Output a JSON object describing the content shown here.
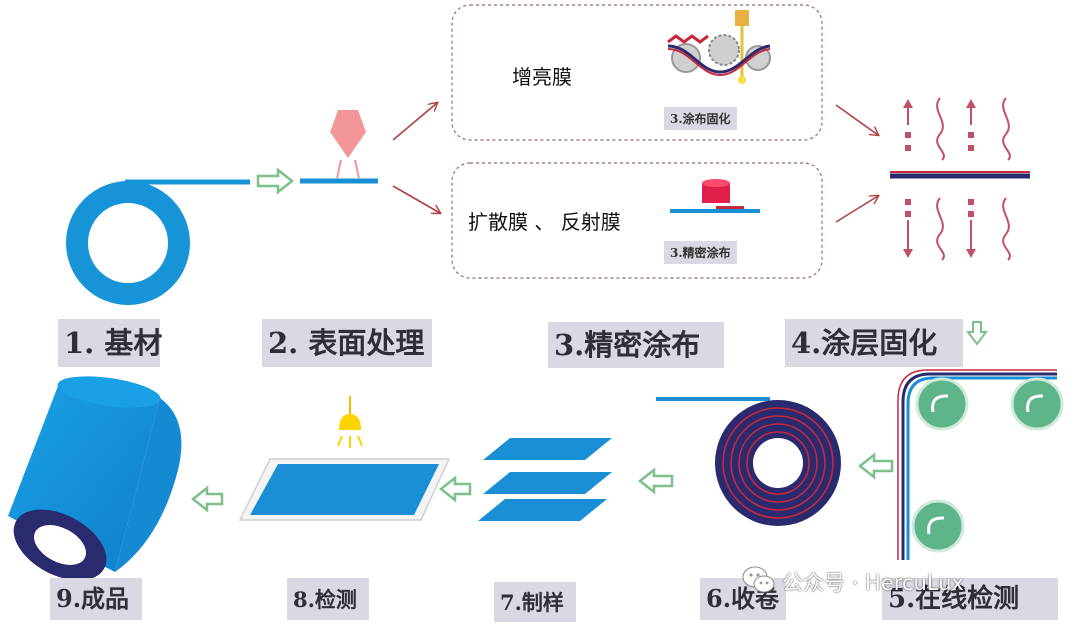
{
  "steps": {
    "s1": "1. 基材",
    "s2": "2. 表面处理",
    "s3": "3.精密涂布",
    "s4": "4.涂层固化",
    "s5": "5.在线检测",
    "s6": "6.收卷",
    "s7": "7.制样",
    "s8": "8.检测",
    "s9": "9.成品"
  },
  "boxes": {
    "top_title": "增亮膜",
    "top_caption": "3.涂布固化",
    "bottom_title": "扩散膜 、 反射膜",
    "bottom_caption": "3.精密涂布"
  },
  "watermark": "公众号 · HercuLux",
  "colors": {
    "film_blue": "#1a8fd6",
    "roll_blue": "#1794d8",
    "roll_dark": "#2a2a6e",
    "coating_red": "#c8283c",
    "nozzle_pink": "#f2969a",
    "arrow_red": "#b04040",
    "hollow_arrow_green": "#7cc08a",
    "roller_green": "#5fb58a",
    "lamp_yellow": "#ffd400"
  }
}
